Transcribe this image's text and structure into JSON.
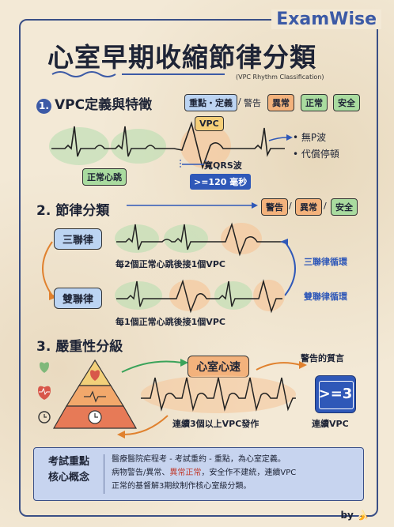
{
  "brand": "ExamWise",
  "title": "心室早期收縮節律分類",
  "subtitle": "(VPC Rhythm Classification)",
  "section1": {
    "heading_num": "1.",
    "heading": "VPC定義與特徵",
    "tags": {
      "important": "重點・定義",
      "warning": "警告",
      "abnormal": "異常",
      "normal": "正常",
      "safe": "安全"
    },
    "vpc_tag": "VPC",
    "normal_beat": "正常心跳",
    "wide_qrs": "寬QRS波",
    "qrs_width": ">=120 毫秒",
    "bullets": [
      "無P波",
      "代償停頓"
    ]
  },
  "section2": {
    "heading": "2. 節律分類",
    "tags": {
      "warning": "警告",
      "abnormal": "異常",
      "safe": "安全"
    },
    "trigeminy": "三聯律",
    "trigeminy_desc": "每2個正常心跳後接1個VPC",
    "trigeminy_cycle": "三聯律循環",
    "bigeminy": "雙聯律",
    "bigeminy_desc": "每1個正常心跳後接1個VPC",
    "bigeminy_cycle": "雙聯律循環"
  },
  "section3": {
    "heading": "3. 嚴重性分級",
    "vt_label": "心室心速",
    "warning_label": "警告的質言",
    "vt_desc": "連續3個以上VPC發作",
    "count_label": ">=3",
    "count_caption": "連續VPC"
  },
  "summary": {
    "head": "考試重點 核心概念",
    "line1": "醫療醫院疟程考 - 考試重約 - 重點，為心室定義。",
    "line2a": "病物警告/異常、",
    "line2b": "異常正常",
    "line2c": "，安全作不建統，連續VPC",
    "line3": "正常的基督解3期紋制作核心室級分類。"
  },
  "credit": "by"
}
